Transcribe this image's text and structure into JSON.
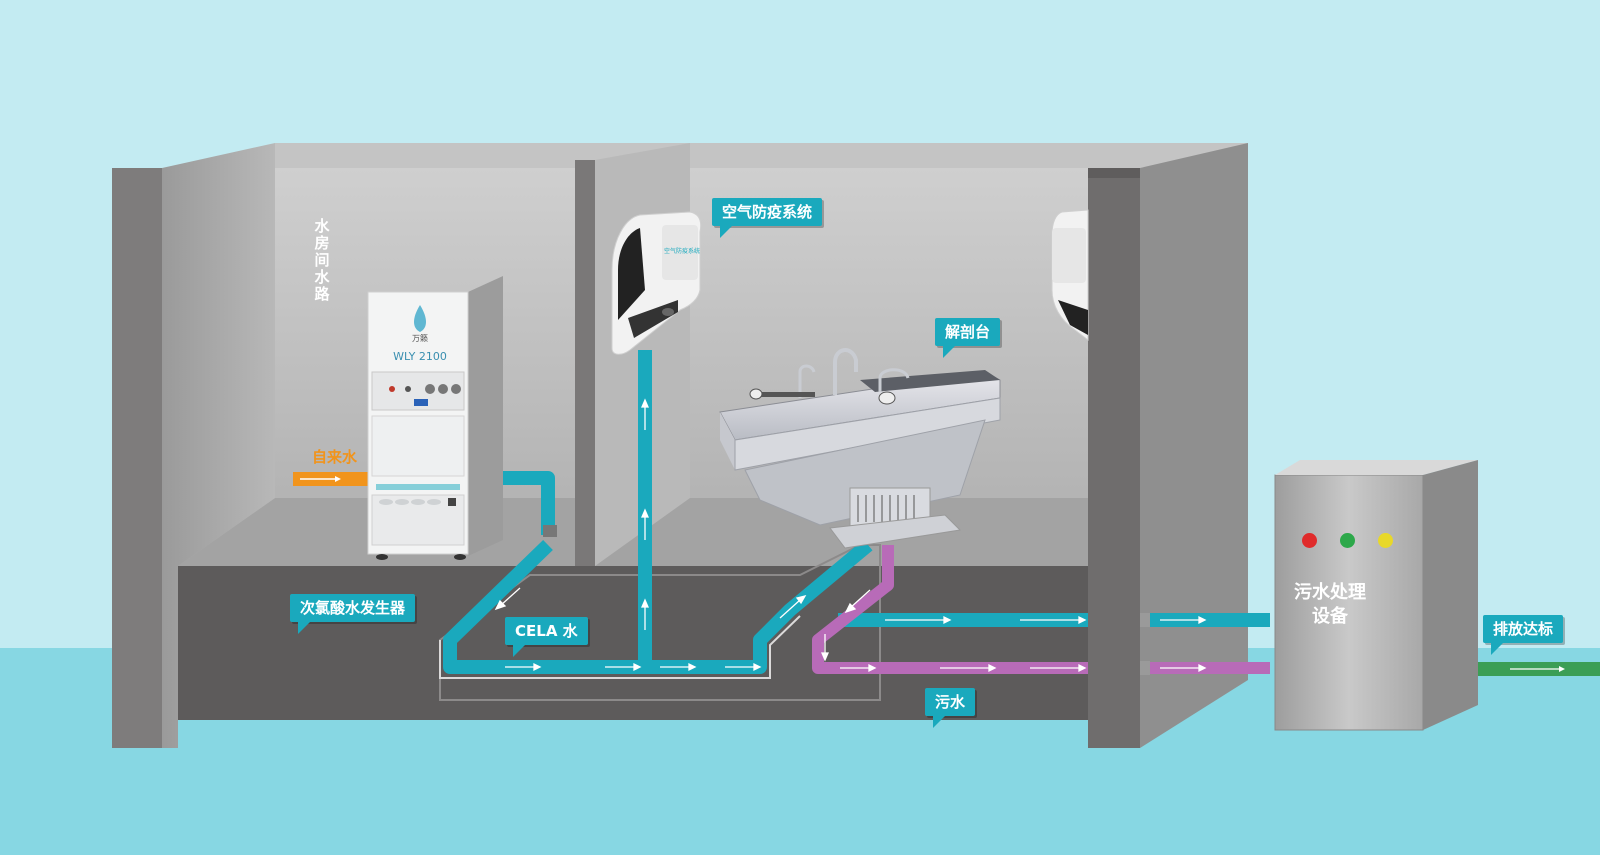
{
  "diagram": {
    "vertical_label": "水房间水路",
    "tap_water_label": "自来水",
    "callouts": {
      "generator": "次氯酸水发生器",
      "cela_water": "CELA 水",
      "air_system": "空气防疫系统",
      "dissection_table": "解剖台",
      "sewage": "污水",
      "discharge": "排放达标"
    },
    "equipment_label_line1": "污水处理",
    "equipment_label_line2": "设备",
    "generator_machine": {
      "brand": "万籁",
      "model": "WLY 2100"
    },
    "air_unit_label": "空气防疫系统",
    "colors": {
      "background_top": "#c3ebf2",
      "water_floor": "#87d7e3",
      "cela_pipe": "#1aa9bd",
      "sewage_pipe": "#b86bb8",
      "discharge_pipe": "#3b9e55",
      "tap_pipe": "#f1941c",
      "light_red": "#e02b2b",
      "light_green": "#2da84a",
      "light_yellow": "#e8d82a"
    }
  }
}
